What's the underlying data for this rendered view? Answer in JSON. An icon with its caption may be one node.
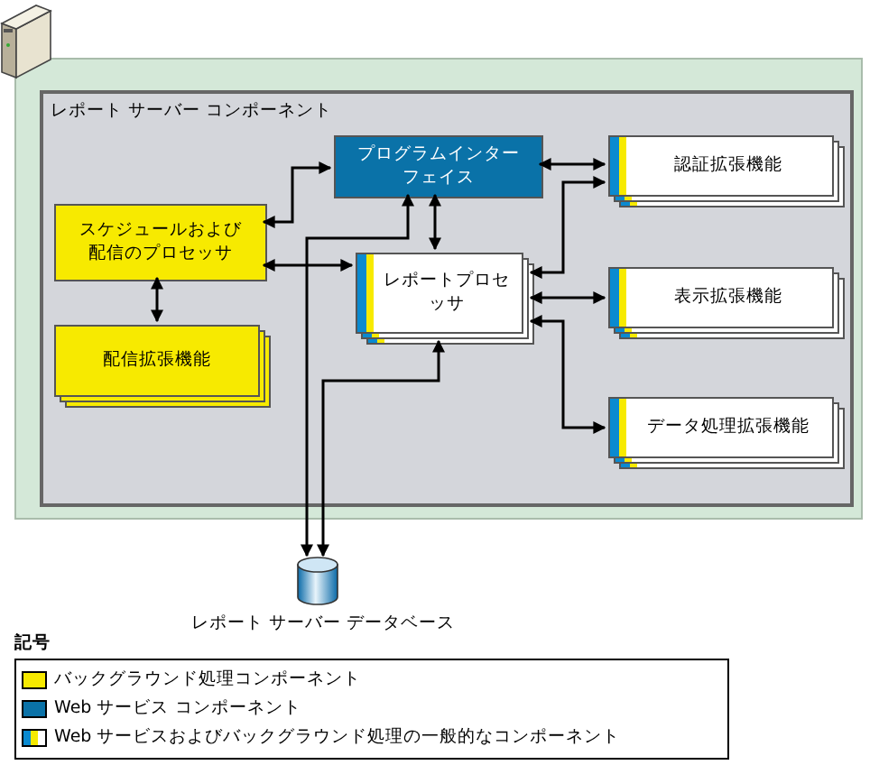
{
  "diagram": {
    "nodes": [
      {
        "text": [
          "レポート サーバー コンポーネント"
        ]
      },
      {
        "text": [
          "プログラムインターフェイス"
        ],
        "in": 0
      },
      {
        "text": [
          "スケジュールおよび配信のプロセッサ"
        ],
        "in": 0
      },
      {
        "text": [
          "配信拡張機能"
        ],
        "in": 0
      },
      {
        "text": [
          "レポートプロセッサ"
        ],
        "in": 0
      },
      {
        "text": [
          "認証拡張機能"
        ],
        "in": 0
      },
      {
        "text": [
          "表示拡張機能"
        ],
        "in": 0
      },
      {
        "text": [
          "データ処理拡張機能"
        ],
        "in": 0
      },
      {
        "text": [],
        "shape": "cylinder",
        "beside": [
          "レポート サーバー データベース"
        ]
      }
    ],
    "edges": [
      {
        "from": 2,
        "to": 1,
        "arrow": "both"
      },
      {
        "from": 2,
        "to": 4,
        "arrow": "both"
      },
      {
        "from": 2,
        "to": 3,
        "arrow": "both"
      },
      {
        "from": 1,
        "to": 4,
        "arrow": "both"
      },
      {
        "from": 1,
        "to": 5,
        "arrow": "both"
      },
      {
        "from": 4,
        "to": 5,
        "arrow": "both"
      },
      {
        "from": 4,
        "to": 6,
        "arrow": "both"
      },
      {
        "from": 4,
        "to": 7,
        "arrow": "both"
      },
      {
        "from": 1,
        "to": 8,
        "arrow": "both"
      },
      {
        "from": 4,
        "to": 8,
        "arrow": "both"
      }
    ],
    "labels": [
      "記号"
    ],
    "legend": [
      {
        "text": "バックグラウンド処理コンポーネント",
        "color": "#f7ea00"
      },
      {
        "text": "Web サービス コンポーネント",
        "color": "#0a72a8"
      },
      {
        "text": "Web サービスおよびバックグラウンド処理の一般的なコンポーネント"
      }
    ]
  }
}
